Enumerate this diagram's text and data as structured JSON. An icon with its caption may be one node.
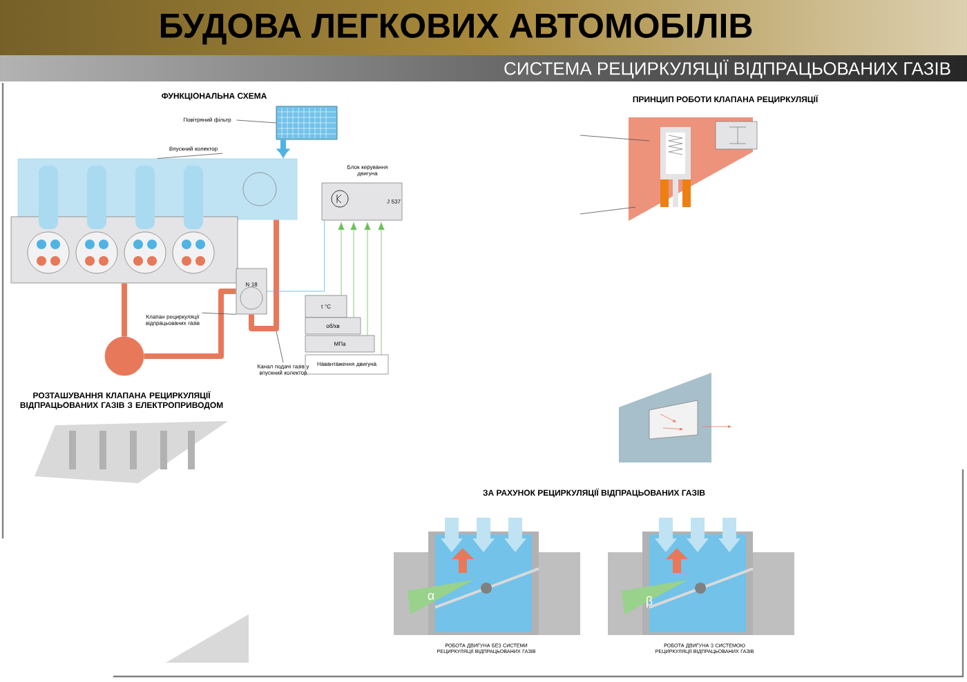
{
  "diagram": {
    "title": "БУДОВА ЛЕГКОВИХ АВТОМОБІЛІВ",
    "nodes": [
      {
        "text": [
          "Повітряний фільтр"
        ]
      },
      {
        "text": [],
        "shape": "box"
      },
      {
        "text": [
          "Впускний колектор"
        ]
      },
      {
        "text": [],
        "shape": "box"
      },
      {
        "text": [],
        "shape": "box"
      },
      {
        "text": [],
        "shape": "circle"
      },
      {
        "text": [
          "N 18"
        ]
      },
      {
        "text": [
          "J 537"
        ],
        "beside": [
          "Блок керування двигуна"
        ]
      },
      {
        "text": [
          "t °C"
        ]
      },
      {
        "text": [
          "об/хв"
        ]
      },
      {
        "text": [
          "МПа"
        ]
      },
      {
        "text": [
          "Навантаження двигуна"
        ]
      },
      {
        "text": [
          "Клапан рециркуляції відпрацьованих газів"
        ]
      },
      {
        "text": [
          "Канал подачі газів у впускний колектор"
        ]
      }
    ],
    "edges": [
      {
        "from": 0,
        "to": 1,
        "arrow": "none"
      },
      {
        "from": 2,
        "to": 3,
        "arrow": "none"
      },
      {
        "from": 1,
        "to": 3,
        "arrow": "to",
        "style": "thick",
        "color": "#4fb3e3"
      },
      {
        "from": 4,
        "to": 5,
        "arrow": "none",
        "style": "thick",
        "color": "#e8785a"
      },
      {
        "from": 5,
        "to": 6,
        "arrow": "none",
        "style": "thick",
        "color": "#e8785a"
      },
      {
        "from": 6,
        "to": 3,
        "arrow": "none",
        "style": "thick",
        "color": "#e8785a"
      },
      {
        "from": 7,
        "to": 6,
        "arrow": "none",
        "color": "#4fb3e3"
      },
      {
        "from": 8,
        "to": 7,
        "arrow": "to",
        "color": "#6cbf5a"
      },
      {
        "from": 9,
        "to": 7,
        "arrow": "to",
        "color": "#6cbf5a"
      },
      {
        "from": 10,
        "to": 7,
        "arrow": "to",
        "color": "#6cbf5a"
      },
      {
        "from": 11,
        "to": 7,
        "arrow": "to",
        "color": "#6cbf5a"
      },
      {
        "from": 12,
        "to": 6,
        "arrow": "none"
      },
      {
        "from": 13,
        "to": null,
        "arrow": "none"
      }
    ],
    "labels": [
      "СИСТЕМА РЕЦИРКУЛЯЦІЇ ВІДПРАЦЬОВАНИХ ГАЗІВ",
      "ФУНКЦІОНАЛЬНА СХЕМА",
      "ПРИНЦИП РОБОТИ КЛАПАНА РЕЦИРКУЛЯЦІЇ",
      "РОЗТАШУВАННЯ КЛАПАНА РЕЦИРКУЛЯЦІЇ ВІДПРАЦЬОВАНИХ ГАЗІВ З ЕЛЕКТРОПРИВОДОМ",
      "ЗА РАХУНОК РЕЦИРКУЛЯЦІЇ ВІДПРАЦЬОВАНИХ ГАЗІВ",
      "α",
      "РОБОТА ДВИГУНА БЕЗ СИСТЕМИ РЕЦИРКУЛЯЦІЇ ВІДПРАЦЬОВАНИХ ГАЗІВ",
      "β",
      "РОБОТА ДВИГУНА З СИСТЕМОЮ РЕЦИРКУЛЯЦІЇ ВІДПРАЦЬОВАНИХ ГАЗІВ"
    ]
  }
}
